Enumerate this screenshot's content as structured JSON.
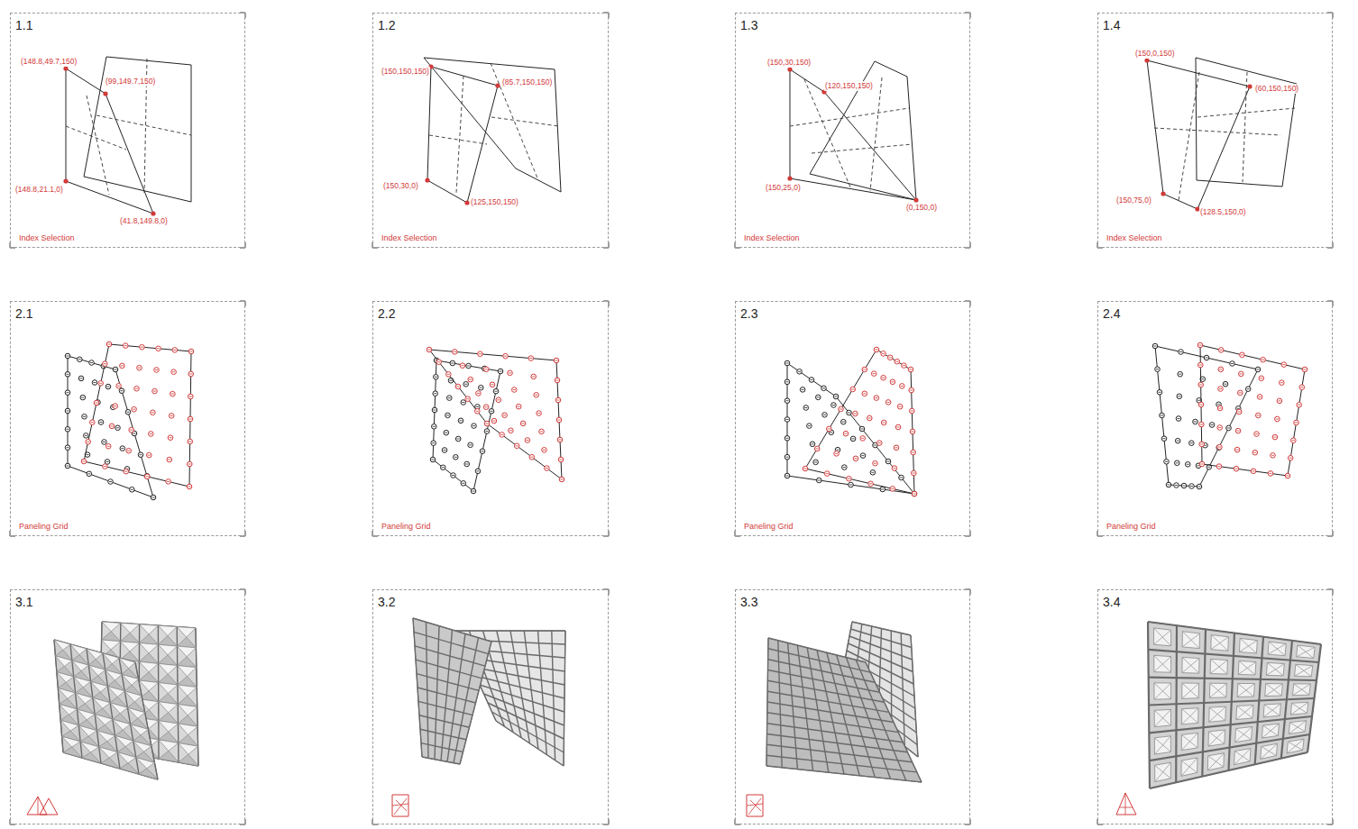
{
  "diagram": {
    "nodes": [
      {
        "text": [
          "1.1",
          "Index Selection"
        ]
      },
      {
        "text": [
          "1.2",
          "Index Selection"
        ]
      },
      {
        "text": [
          "1.3",
          "Index Selection"
        ]
      },
      {
        "text": [
          "1.4",
          "Index Selection"
        ]
      },
      {
        "text": [
          "2.1",
          "Paneling Grid"
        ]
      },
      {
        "text": [
          "2.2",
          "Paneling Grid"
        ]
      },
      {
        "text": [
          "2.3",
          "Paneling Grid"
        ]
      },
      {
        "text": [
          "2.4",
          "Paneling Grid"
        ]
      },
      {
        "text": [
          "3.1"
        ]
      },
      {
        "text": [
          "3.2"
        ]
      },
      {
        "text": [
          "3.3"
        ]
      },
      {
        "text": [
          "3.4"
        ]
      }
    ],
    "labels": [
      "(148.8,49.7,150)",
      "(99,149.7,150)",
      "(148.8,21.1,0)",
      "(41.8,149.8,0)",
      "(150,150,150)",
      "(85.7,150,150)",
      "(150,30,0)",
      "(125,150,150)",
      "(150,30,150)",
      "(120,150,150)",
      "(150,25,0)",
      "(0,150,0)",
      "(150,0,150)",
      "(60,150,150)",
      "(150,75,0)",
      "(128.5,150,0)"
    ]
  }
}
